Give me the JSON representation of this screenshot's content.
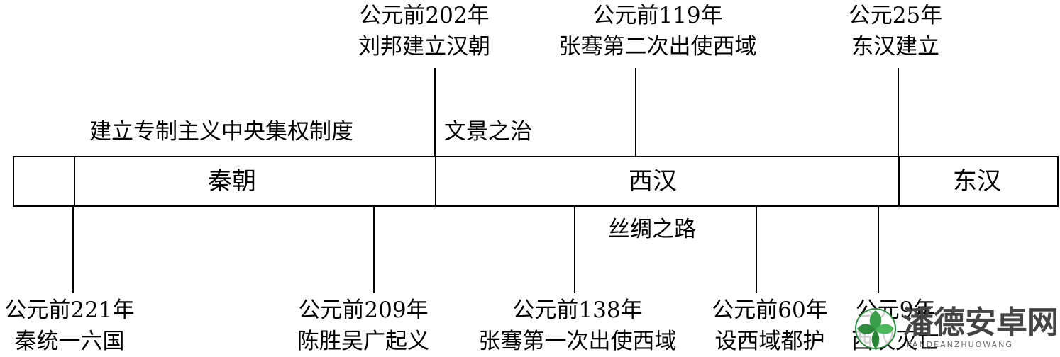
{
  "events_above": [
    {
      "date": "公元前202年",
      "desc": "刘邦建立汉朝"
    },
    {
      "date": "公元前119年",
      "desc": "张骞第二次出使西域"
    },
    {
      "date": "公元25年",
      "desc": "东汉建立"
    }
  ],
  "events_below": [
    {
      "date": "公元前221年",
      "desc": "秦统一六国"
    },
    {
      "date": "公元前209年",
      "desc": "陈胜吴广起义"
    },
    {
      "date": "公元前138年",
      "desc": "张骞第一次出使西域"
    },
    {
      "date": "公元前60年",
      "desc": "设西域都护"
    },
    {
      "date": "公元9年",
      "desc": "西汉灭亡"
    }
  ],
  "periods": [
    "秦朝",
    "西汉",
    "东汉"
  ],
  "annotations": {
    "qin_policy": "建立专制主义中央集权制度",
    "wenjing": "文景之治",
    "silk_road": "丝绸之路"
  },
  "watermark": {
    "text": "潘德安卓网",
    "sub": "PANDEANZHUOWANG"
  }
}
